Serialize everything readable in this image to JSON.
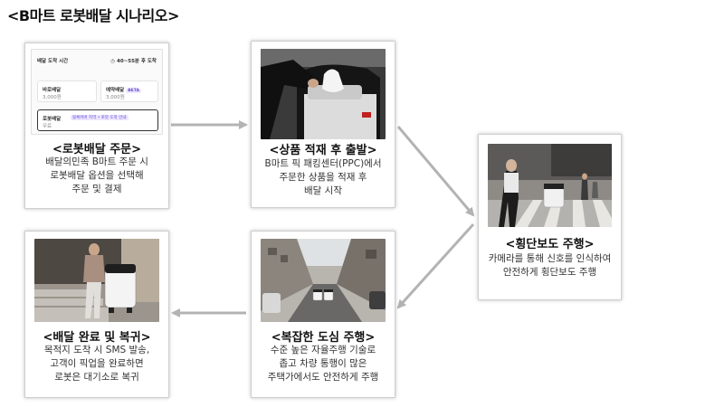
{
  "page_title": "<B마트 로봇배달 시나리오>",
  "steps": [
    {
      "title": "<로봇배달 주문>",
      "desc": [
        "배달의민족 B마트 주문 시",
        "로봇배달 옵션을 선택해",
        "주문 및 결제"
      ]
    },
    {
      "title": "<상품 적재 후 출발>",
      "desc": [
        "B마트 픽 패킹센터(PPC)에서",
        "주문한 상품을 적재 후",
        "배달 시작"
      ]
    },
    {
      "title": "<횡단보도 주행>",
      "desc": [
        "카메라를 통해 신호를 인식하여",
        "안전하게 횡단보도 주행"
      ]
    },
    {
      "title": "<복잡한 도심 주행>",
      "desc": [
        "수준 높은 자율주행 기술로",
        "좁고 차량 통행이 많은",
        "주택가에서도 안전하게 주행"
      ]
    },
    {
      "title": "<배달 완료 및 복귀>",
      "desc": [
        "목적지 도착 시 SMS 발송,",
        "고객이 픽업을 완료하면",
        "로봇은 대기소로 복귀"
      ]
    }
  ],
  "app_screen": {
    "header": "배달 도착 시간",
    "eta": "40~55분 후 도착",
    "options": [
      {
        "name": "바로배달",
        "price": "3,000원"
      },
      {
        "name": "예약배달",
        "price": "3,000원",
        "badge": "BETA"
      },
      {
        "name": "로봇배달",
        "badge": "블록커버 지역 • 로봇 도착 안내",
        "price": "무료"
      }
    ]
  },
  "colors": {
    "arrow": "#b3b3b3",
    "card_border": "#cfcfcf"
  }
}
